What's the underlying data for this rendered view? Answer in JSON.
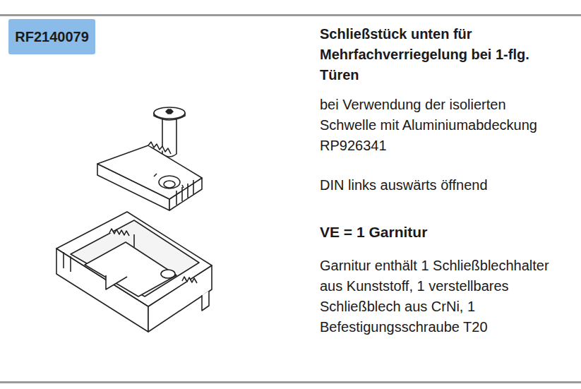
{
  "diagram": {
    "title": "Schließstück unten für Mehrfachverriegelung bei 1-flg. Türen",
    "nodes": [
      {
        "text": [
          "RF2140079"
        ]
      }
    ],
    "labels": [
      "bei Verwendung der isolierten Schwelle mit Aluminiumabdeckung RP926341",
      "DIN links auswärts öffnend",
      "VE = 1 Garnitur",
      "Garnitur enthält 1 Schließblechhalter aus Kunststoff, 1 verstellbares Schließblech aus CrNi, 1 Befestigungsschraube T20"
    ]
  }
}
